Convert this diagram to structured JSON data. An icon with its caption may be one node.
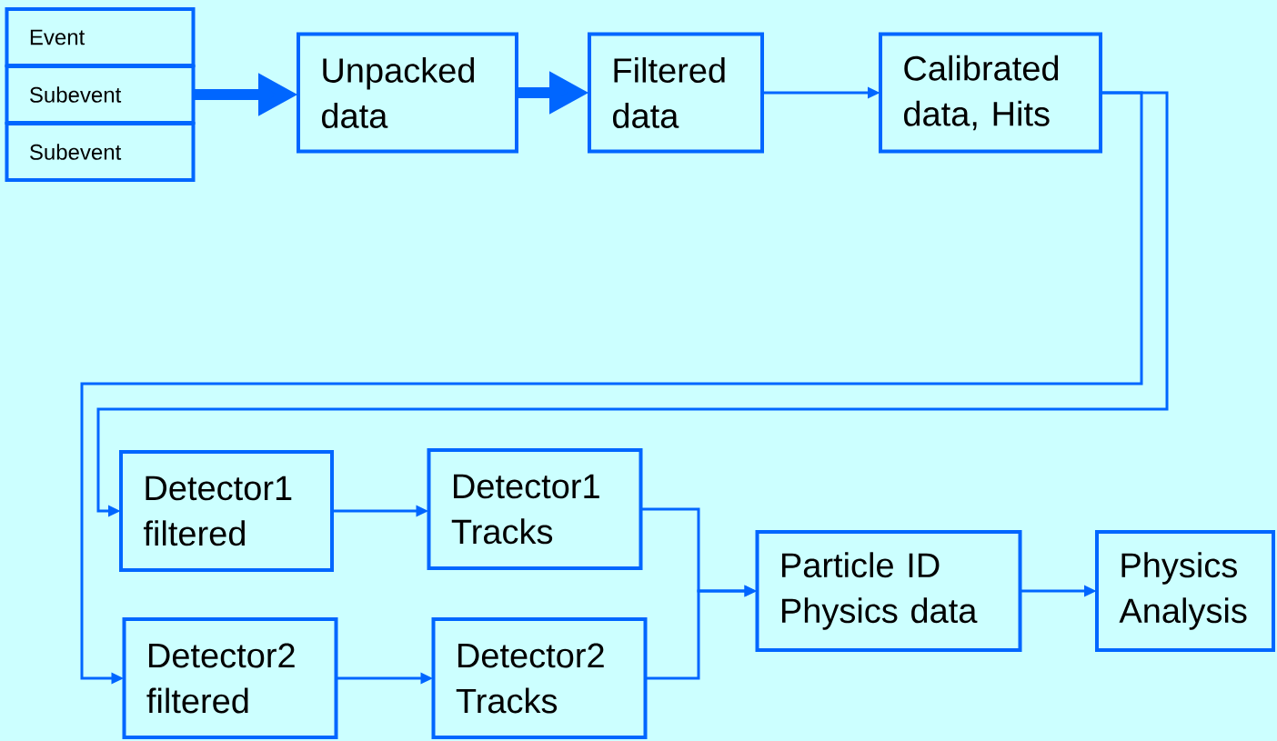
{
  "diagram": {
    "nodes": [
      {
        "text": [
          "Event"
        ]
      },
      {
        "text": [
          "Subevent"
        ]
      },
      {
        "text": [
          "Subevent"
        ]
      },
      {
        "text": [
          "Unpacked data"
        ]
      },
      {
        "text": [
          "Filtered data"
        ]
      },
      {
        "text": [
          "Calibrated data, Hits"
        ]
      },
      {
        "text": [
          "Detector1 filtered"
        ]
      },
      {
        "text": [
          "Detector1 Tracks"
        ]
      },
      {
        "text": [
          "Particle ID Physics data"
        ]
      },
      {
        "text": [
          "Physics Analysis"
        ]
      },
      {
        "text": [
          "Detector2 filtered"
        ]
      },
      {
        "text": [
          "Detector2 Tracks"
        ]
      }
    ],
    "edges": [
      {
        "from": 1,
        "to": 3,
        "arrow": "to",
        "style": "thick"
      },
      {
        "from": 3,
        "to": 4,
        "arrow": "to",
        "style": "thick"
      },
      {
        "from": 4,
        "to": 5,
        "arrow": "to"
      },
      {
        "from": 5,
        "to": 6,
        "arrow": "to"
      },
      {
        "from": 5,
        "to": 10,
        "arrow": "to"
      },
      {
        "from": 6,
        "to": 7,
        "arrow": "to"
      },
      {
        "from": 10,
        "to": 11,
        "arrow": "to"
      },
      {
        "from": 7,
        "to": 8,
        "arrow": "to"
      },
      {
        "from": 11,
        "to": 8,
        "arrow": "to"
      },
      {
        "from": 8,
        "to": 9,
        "arrow": "to"
      }
    ]
  }
}
